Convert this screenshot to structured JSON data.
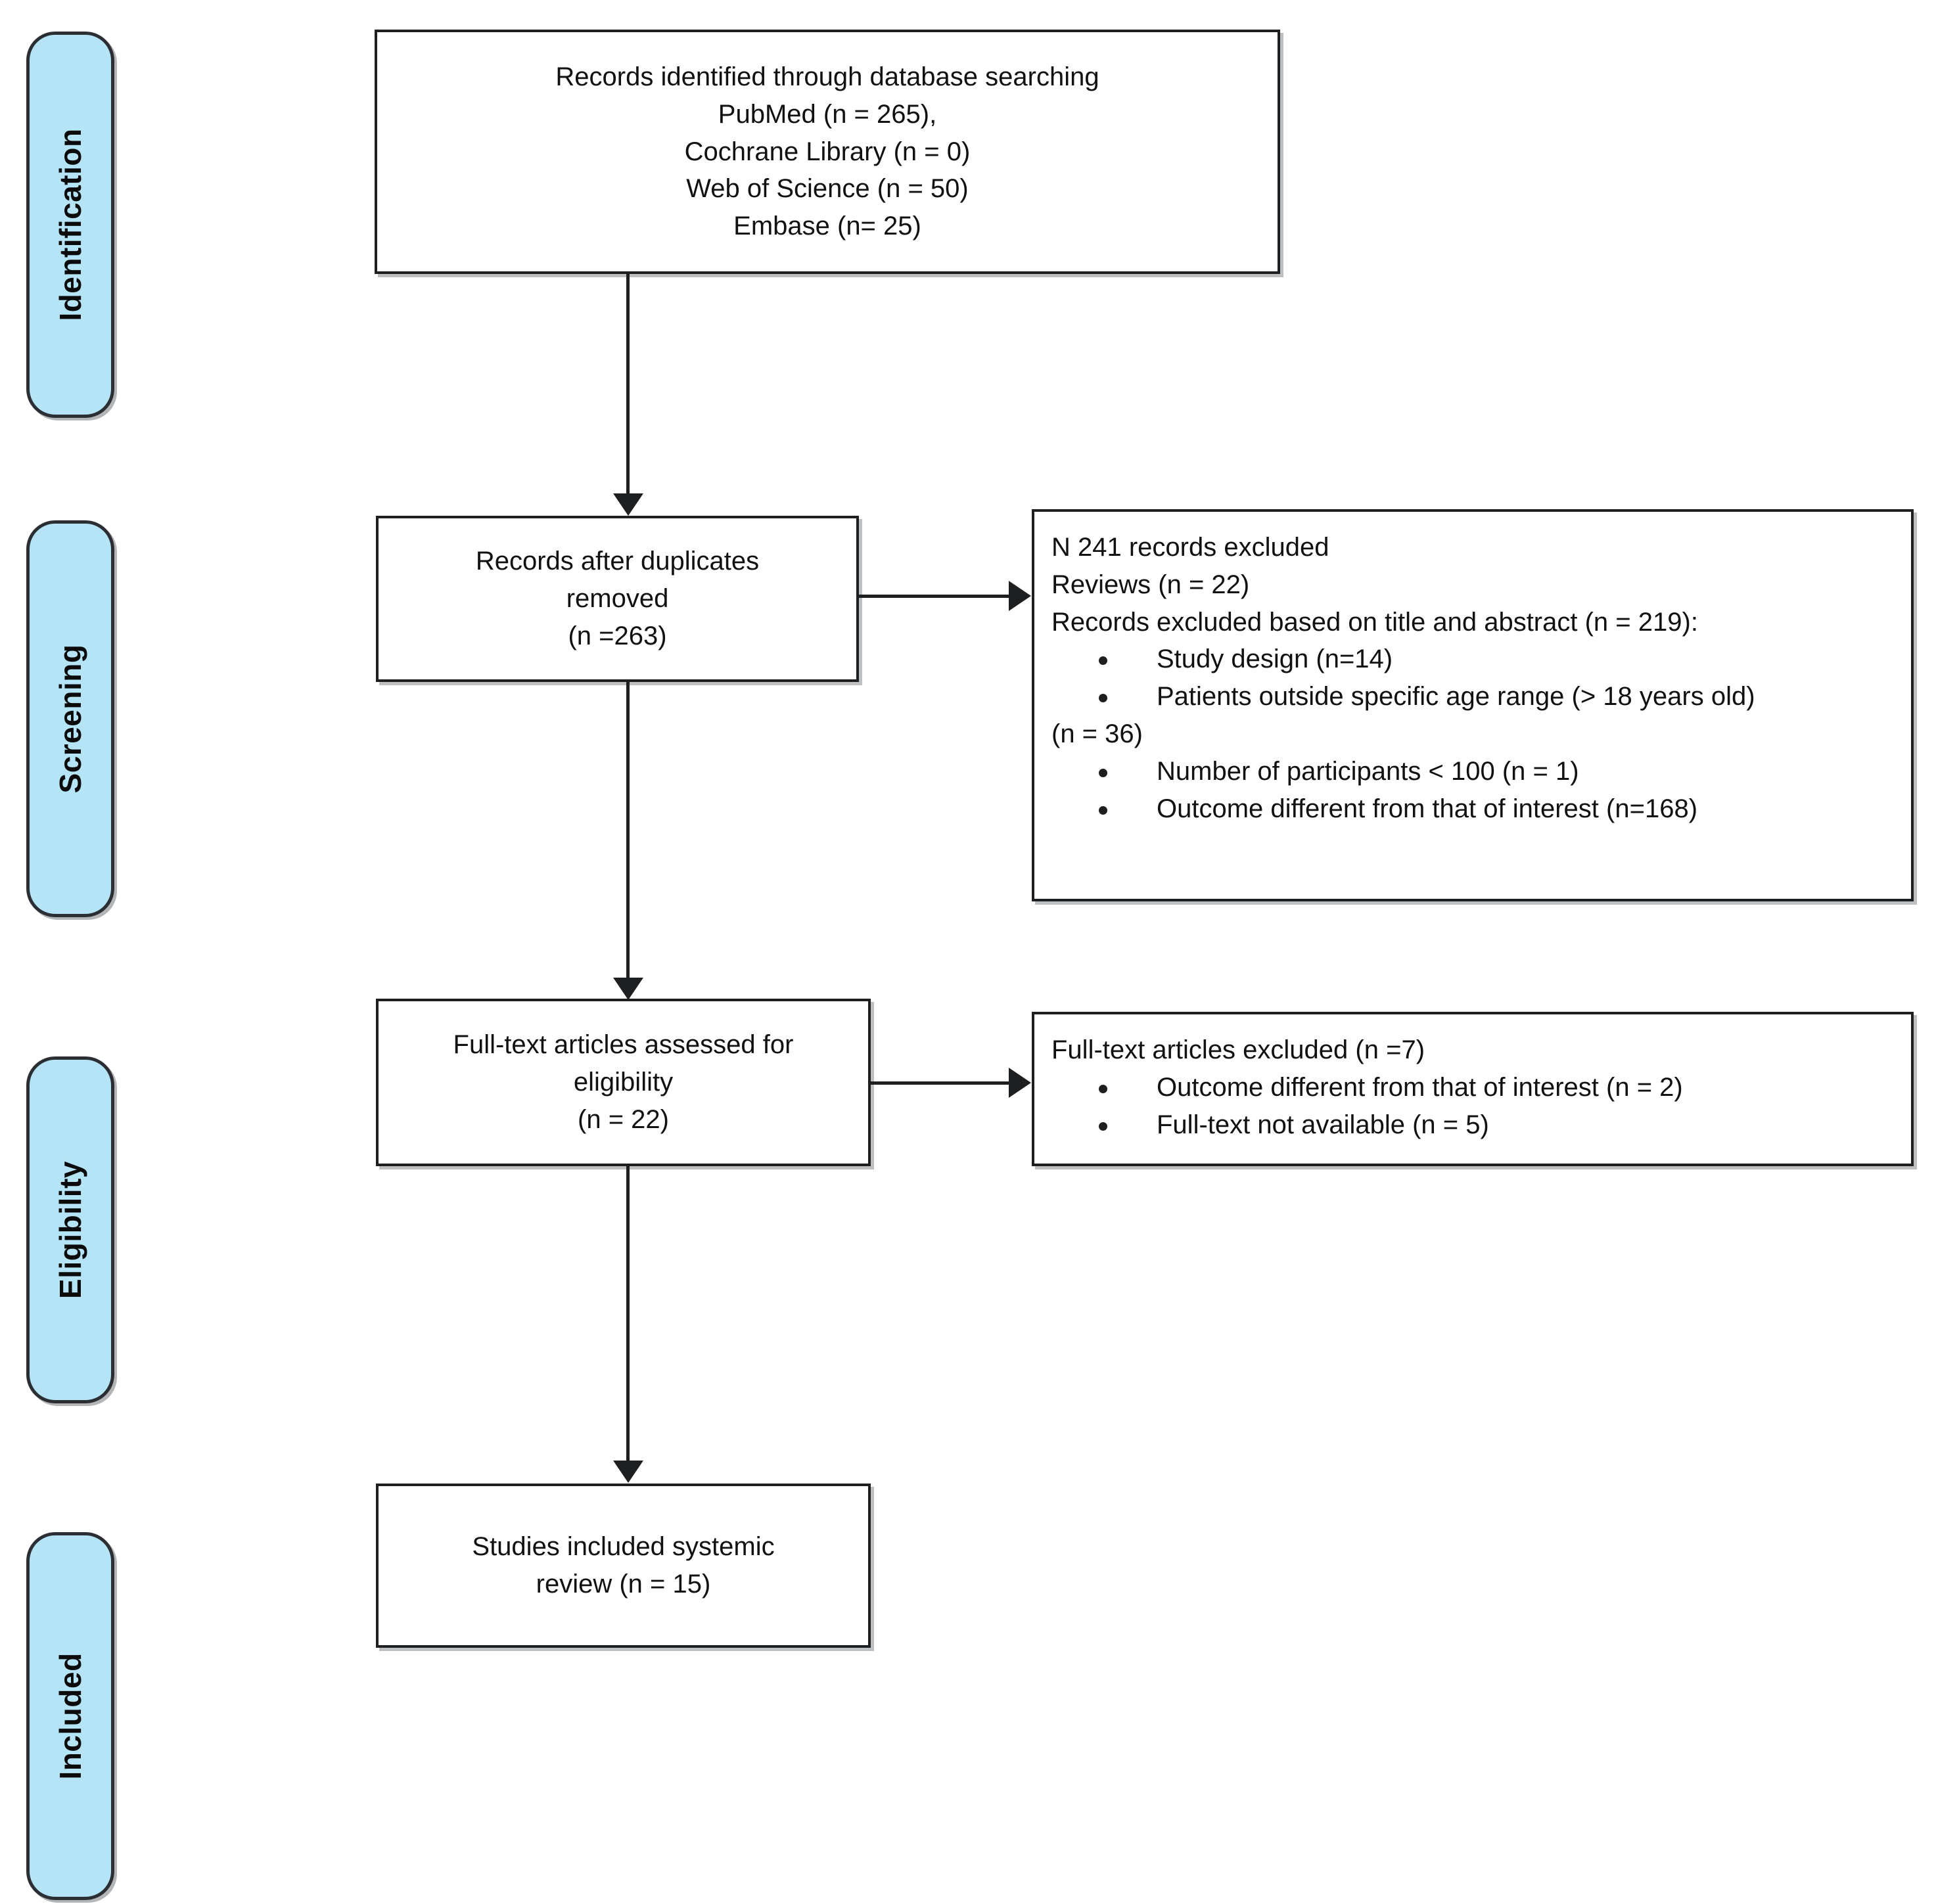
{
  "diagram": {
    "type": "PRISMA flow diagram",
    "stages": [
      {
        "label": "Identification"
      },
      {
        "label": "Screening"
      },
      {
        "label": "Eligibility"
      },
      {
        "label": "Included"
      }
    ],
    "boxes": {
      "identified": {
        "lines": [
          "Records identified through database searching",
          "PubMed (n = 265),",
          "Cochrane Library (n = 0)",
          "Web of Science (n = 50)",
          "Embase (n= 25)"
        ]
      },
      "after_duplicates": {
        "lines": [
          "Records after duplicates",
          "removed",
          "(n =263)"
        ]
      },
      "records_excluded": {
        "lines": [
          "N 241 records excluded",
          "Reviews (n = 22)",
          "Records excluded based on title and abstract (n = 219):"
        ],
        "bullets": [
          {
            "text": "Study design (n=14)",
            "cont": ""
          },
          {
            "text": "Patients outside specific age range (> 18 years old)",
            "cont": "(n = 36)"
          },
          {
            "text": "Number of participants < 100 (n = 1)",
            "cont": ""
          },
          {
            "text": "Outcome different from that of interest (n=168)",
            "cont": ""
          }
        ]
      },
      "fulltext_assessed": {
        "lines": [
          "Full-text articles assessed for",
          "eligibility",
          "(n = 22)"
        ]
      },
      "fulltext_excluded": {
        "lines": [
          "Full-text articles excluded (n =7)"
        ],
        "bullets": [
          {
            "text": "Outcome different from that of interest (n = 2)",
            "cont": ""
          },
          {
            "text": "Full-text not available (n = 5)",
            "cont": ""
          }
        ]
      },
      "included": {
        "lines": [
          "Studies included systemic",
          "review (n = 15)"
        ]
      }
    },
    "colors": {
      "stage_fill": "#b5e4f7",
      "stage_border": "#2b2f33",
      "box_border": "#1d1f21",
      "box_fill": "#ffffff",
      "text": "#111111"
    }
  }
}
